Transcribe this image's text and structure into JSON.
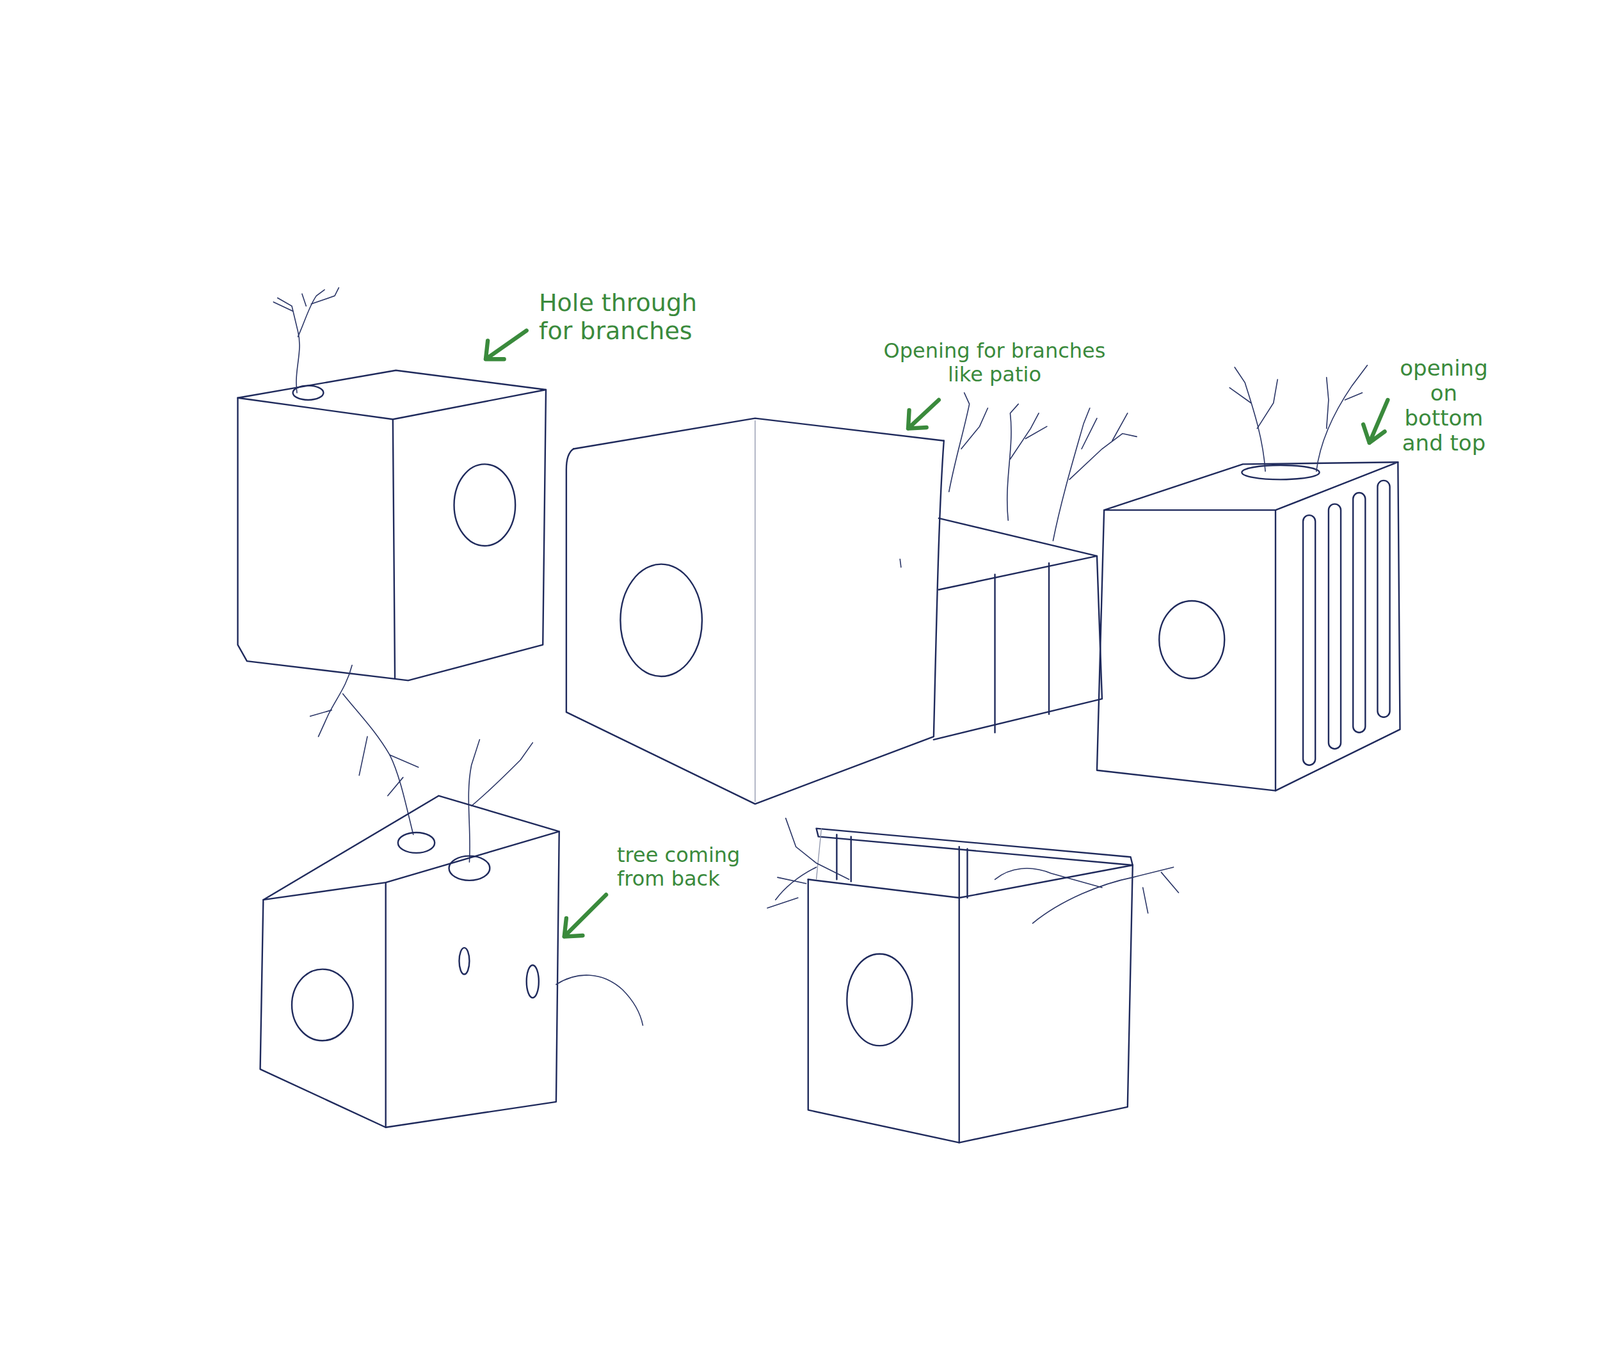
{
  "diagram": {
    "labels": [
      "Hole through for branches",
      "Opening for branches like patio",
      "opening on bottom and top",
      "tree coming from back"
    ]
  }
}
